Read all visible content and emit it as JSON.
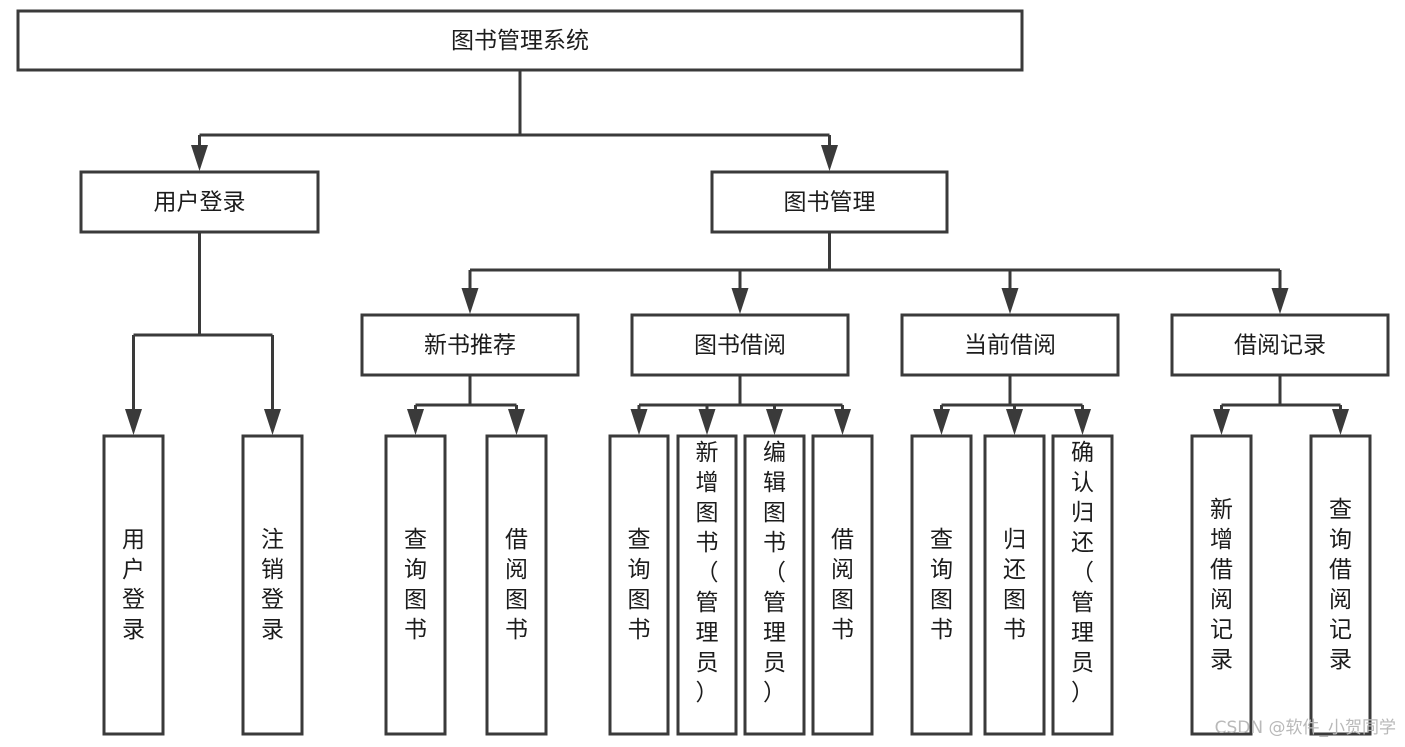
{
  "diagram": {
    "title": "图书管理系统",
    "type": "tree-hierarchy",
    "orientation": "top-down",
    "colors": {
      "stroke": "#3a3a3a",
      "node_fill": "#ffffff",
      "text": "#1c1c1c",
      "background": "#ffffff",
      "watermark": "#b9b9b9"
    },
    "nodes": {
      "root": {
        "label": "图书管理系统",
        "level": 1,
        "orientation": "horizontal"
      },
      "n_user_login": {
        "label": "用户登录",
        "level": 2,
        "orientation": "horizontal"
      },
      "n_book_manage": {
        "label": "图书管理",
        "level": 2,
        "orientation": "horizontal"
      },
      "n_new_book_rec": {
        "label": "新书推荐",
        "level": 3,
        "orientation": "horizontal"
      },
      "n_book_borrow": {
        "label": "图书借阅",
        "level": 3,
        "orientation": "horizontal"
      },
      "n_current_borrow": {
        "label": "当前借阅",
        "level": 3,
        "orientation": "horizontal"
      },
      "n_borrow_record": {
        "label": "借阅记录",
        "level": 3,
        "orientation": "horizontal"
      },
      "leaf_user_login": {
        "label": "用户登录",
        "level": 4,
        "orientation": "vertical"
      },
      "leaf_logout": {
        "label": "注销登录",
        "level": 4,
        "orientation": "vertical"
      },
      "leaf_query_book_a": {
        "label": "查询图书",
        "level": 4,
        "orientation": "vertical"
      },
      "leaf_borrow_book_a": {
        "label": "借阅图书",
        "level": 4,
        "orientation": "vertical"
      },
      "leaf_query_book_b": {
        "label": "查询图书",
        "level": 4,
        "orientation": "vertical"
      },
      "leaf_add_book": {
        "label": "新增图书（管理员）",
        "level": 4,
        "orientation": "vertical"
      },
      "leaf_edit_book": {
        "label": "编辑图书（管理员）",
        "level": 4,
        "orientation": "vertical"
      },
      "leaf_borrow_book_b": {
        "label": "借阅图书",
        "level": 4,
        "orientation": "vertical"
      },
      "leaf_query_book_c": {
        "label": "查询图书",
        "level": 4,
        "orientation": "vertical"
      },
      "leaf_return_book": {
        "label": "归还图书",
        "level": 4,
        "orientation": "vertical"
      },
      "leaf_confirm_return": {
        "label": "确认归还（管理员）",
        "level": 4,
        "orientation": "vertical"
      },
      "leaf_add_record": {
        "label": "新增借阅记录",
        "level": 4,
        "orientation": "vertical"
      },
      "leaf_query_record": {
        "label": "查询借阅记录",
        "level": 4,
        "orientation": "vertical"
      }
    },
    "edges": [
      {
        "from": "root",
        "to": "n_user_login"
      },
      {
        "from": "root",
        "to": "n_book_manage"
      },
      {
        "from": "n_user_login",
        "to": "leaf_user_login"
      },
      {
        "from": "n_user_login",
        "to": "leaf_logout"
      },
      {
        "from": "n_book_manage",
        "to": "n_new_book_rec"
      },
      {
        "from": "n_book_manage",
        "to": "n_book_borrow"
      },
      {
        "from": "n_book_manage",
        "to": "n_current_borrow"
      },
      {
        "from": "n_book_manage",
        "to": "n_borrow_record"
      },
      {
        "from": "n_new_book_rec",
        "to": "leaf_query_book_a"
      },
      {
        "from": "n_new_book_rec",
        "to": "leaf_borrow_book_a"
      },
      {
        "from": "n_book_borrow",
        "to": "leaf_query_book_b"
      },
      {
        "from": "n_book_borrow",
        "to": "leaf_add_book"
      },
      {
        "from": "n_book_borrow",
        "to": "leaf_edit_book"
      },
      {
        "from": "n_book_borrow",
        "to": "leaf_borrow_book_b"
      },
      {
        "from": "n_current_borrow",
        "to": "leaf_query_book_c"
      },
      {
        "from": "n_current_borrow",
        "to": "leaf_return_book"
      },
      {
        "from": "n_current_borrow",
        "to": "leaf_confirm_return"
      },
      {
        "from": "n_borrow_record",
        "to": "leaf_add_record"
      },
      {
        "from": "n_borrow_record",
        "to": "leaf_query_record"
      }
    ]
  },
  "watermark": {
    "text": "CSDN @软件_小贺同学"
  }
}
